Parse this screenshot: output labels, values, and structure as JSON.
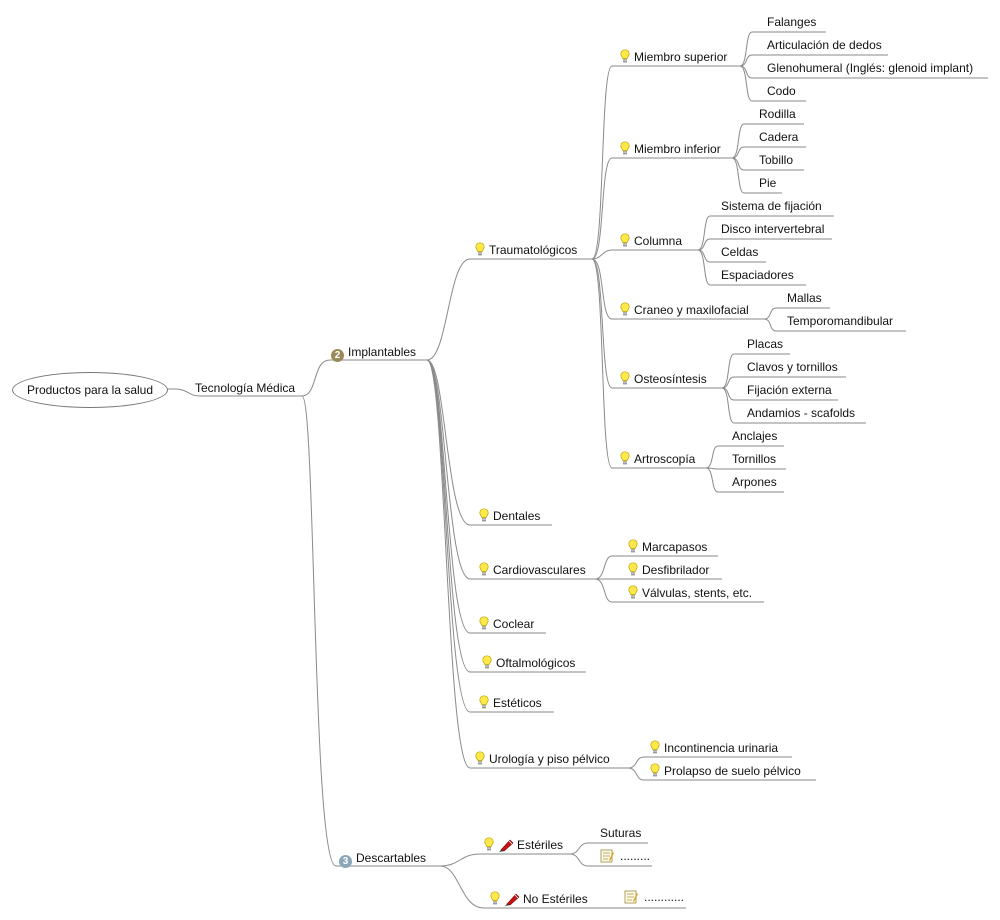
{
  "root": "Productos para la salud",
  "tecnologia": "Tecnología Médica",
  "implantables": {
    "label": "Implantables",
    "badge": "2"
  },
  "descartables": {
    "label": "Descartables",
    "badge": "3"
  },
  "trauma": {
    "label": "Traumatológicos",
    "superior": {
      "label": "Miembro superior",
      "items": [
        "Falanges",
        "Articulación de dedos",
        "Glenohumeral (Inglés: glenoid implant)",
        "Codo"
      ]
    },
    "inferior": {
      "label": "Miembro inferior",
      "items": [
        "Rodilla",
        "Cadera",
        "Tobillo",
        "Pie"
      ]
    },
    "columna": {
      "label": "Columna",
      "items": [
        "Sistema de fijación",
        "Disco intervertebral",
        "Celdas",
        "Espaciadores"
      ]
    },
    "craneo": {
      "label": "Craneo y maxilofacial",
      "items": [
        "Mallas",
        "Temporomandibular"
      ]
    },
    "osteo": {
      "label": "Osteosíntesis",
      "items": [
        "Placas",
        "Clavos y tornillos",
        "Fijación externa",
        "Andamios - scafolds"
      ]
    },
    "artro": {
      "label": "Artroscopía",
      "items": [
        "Anclajes",
        "Tornillos",
        "Arpones"
      ]
    }
  },
  "dentales": "Dentales",
  "cardio": {
    "label": "Cardiovasculares",
    "items": [
      "Marcapasos",
      "Desfibrilador",
      "Válvulas, stents, etc."
    ]
  },
  "coclear": "Coclear",
  "oftal": "Oftalmológicos",
  "esteticos": "Estéticos",
  "uro": {
    "label": "Urología y piso pélvico",
    "items": [
      "Incontinencia urinaria",
      "Prolapso de suelo pélvico"
    ]
  },
  "esteriles": {
    "label": "Estériles",
    "suturas": "Suturas",
    "note": "........."
  },
  "noesteriles": {
    "label": "No Estériles",
    "note": "............"
  },
  "colors": {
    "line": "#8a8a8a",
    "bulb": "#ffe94a",
    "pen": "#cc1111"
  }
}
